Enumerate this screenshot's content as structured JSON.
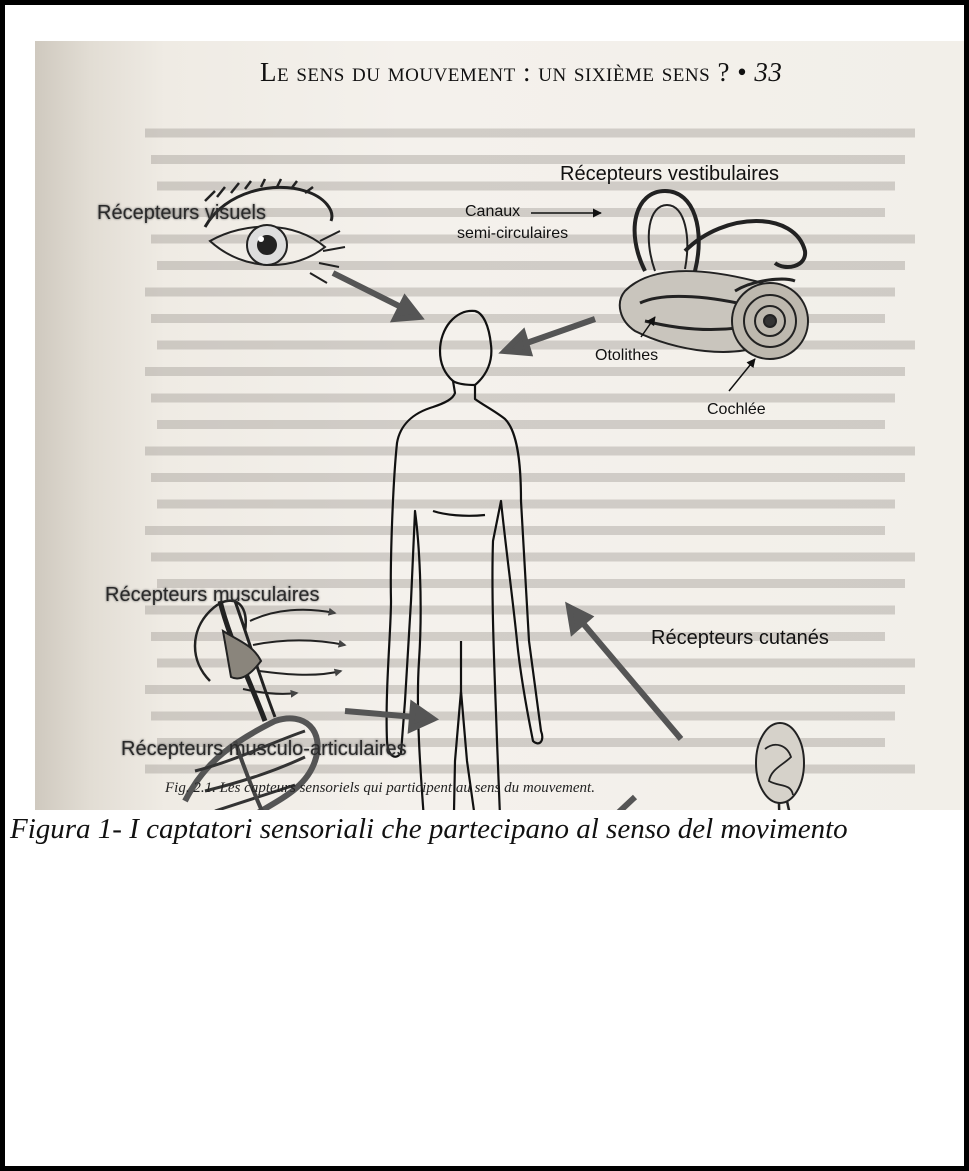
{
  "page_header": {
    "title": "Le sens du mouvement : un sixième sens ?",
    "bullet": "•",
    "page_number": "33"
  },
  "figure": {
    "labels": {
      "vestibular": "Récepteurs vestibulaires",
      "canals_line1": "Canaux",
      "canals_line2": "semi-circulaires",
      "otoliths": "Otolithes",
      "cochlea": "Cochlée",
      "visual": "Récepteurs visuels",
      "muscular": "Récepteurs musculaires",
      "cutaneous": "Récepteurs cutanés",
      "musculo_articular": "Récepteurs musculo-articulaires"
    },
    "caption_fr": "Fig. 2.1. Les capteurs sensoriels qui participent au sens du mouvement."
  },
  "caption_it": "Figura 1- I captatori sensoriali che partecipano al senso del movimento"
}
